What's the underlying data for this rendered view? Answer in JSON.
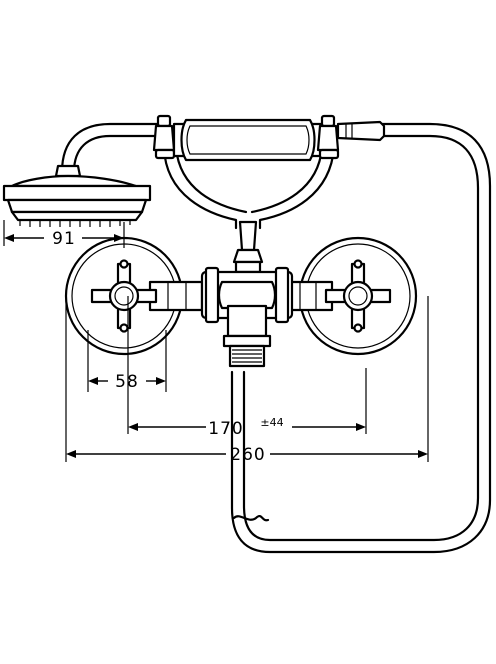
{
  "dimensions": {
    "shower_head_offset": "91",
    "handle_span": "58",
    "center_distance": "170",
    "center_distance_tolerance": "±44",
    "overall_width": "260"
  }
}
